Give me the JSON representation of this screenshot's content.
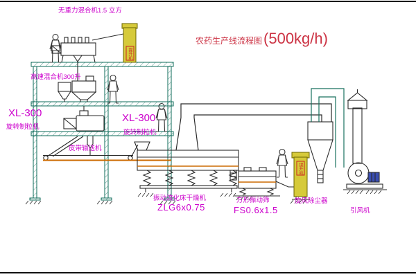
{
  "title": {
    "text": "农药生产线流程图",
    "capacity": "(500kg/h)"
  },
  "labels": {
    "gravity_mixer": "无重力混合机1.5 立方",
    "high_speed_mixer": "高速混合机300升",
    "xl300_left": "XL-300",
    "granulator_left": "旋转制粒机",
    "xl300_center": "XL-300",
    "granulator_center": "旋转制粒机",
    "belt_conveyor": "皮带输送机",
    "fluid_bed_dryer": "振动流化床干燥机",
    "fluid_bed_dryer_model": "ZLG6x0.75",
    "vibrating_screen": "方形振动筛",
    "vibrating_screen_model": "FS0.6x1.5",
    "cyclone": "旋风除尘器",
    "fan": "引风机",
    "elevator_top": "提升机",
    "elevator_right": "提升机"
  },
  "colors": {
    "structure_teal": "#0e6b5a",
    "equipment_line": "#2a2a2a",
    "label_magenta": "#cc00cc",
    "title_red": "#cc3344",
    "equipment_yellow": "#d6ca3a",
    "conveyor_orange": "#cc6a00",
    "pipe_green": "#17705e",
    "motor_blue": "#3a4db0",
    "background": "#ffffff"
  }
}
